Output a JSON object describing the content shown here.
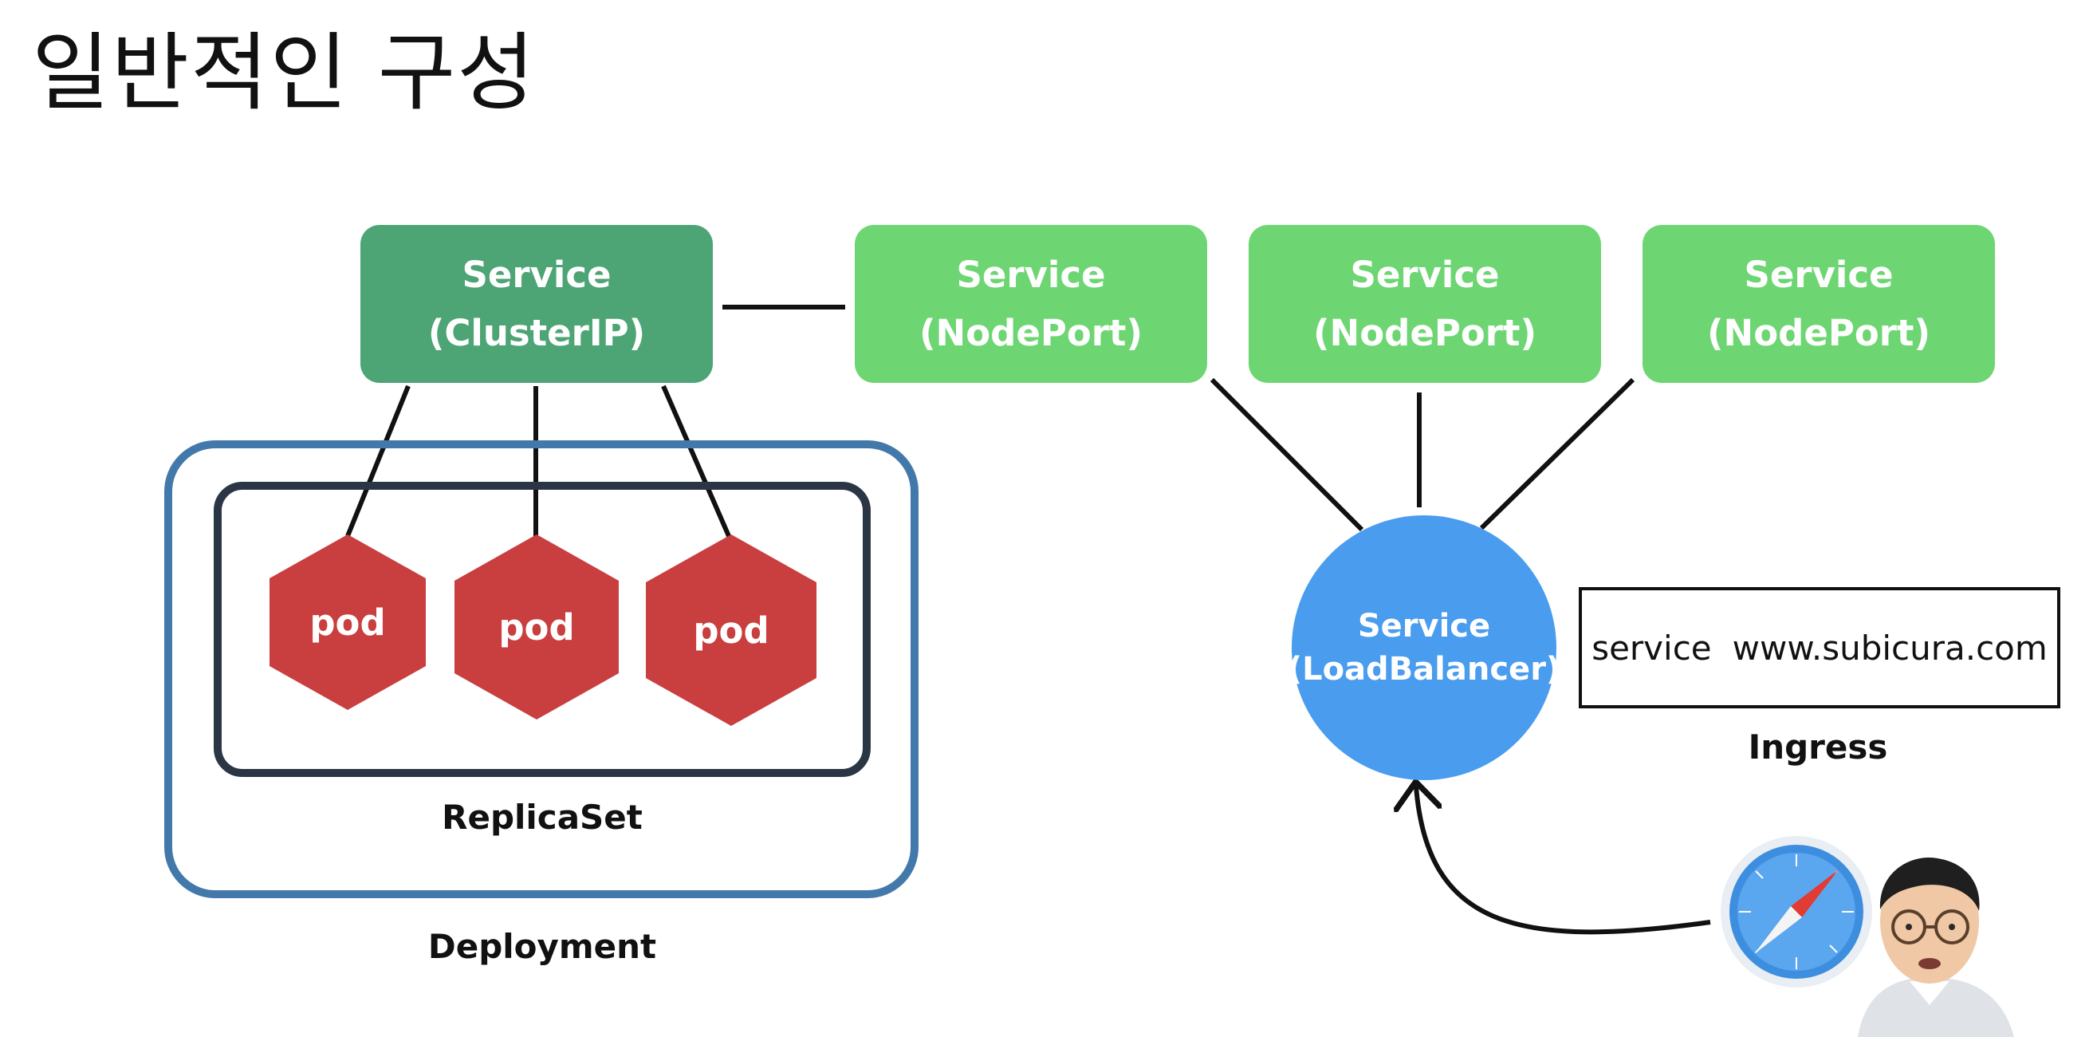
{
  "title": "일반적인 구성",
  "services": {
    "cluster_ip": {
      "line1": "Service",
      "line2": "(ClusterIP)"
    },
    "node_ports": [
      {
        "line1": "Service",
        "line2": "(NodePort)"
      },
      {
        "line1": "Service",
        "line2": "(NodePort)"
      },
      {
        "line1": "Service",
        "line2": "(NodePort)"
      }
    ],
    "load_balancer": {
      "line1": "Service",
      "line2": "(LoadBalancer)"
    }
  },
  "pods": [
    "pod",
    "pod",
    "pod"
  ],
  "replicaset_label": "ReplicaSet",
  "deployment_label": "Deployment",
  "ingress": {
    "service_word": "service",
    "host": "www.subicura.com",
    "label": "Ingress"
  },
  "colors": {
    "cluster_ip": "#4da474",
    "node_port": "#6dd672",
    "pod": "#c93e3e",
    "load_balancer": "#4a9cee",
    "deployment_border": "#4379aa",
    "replicaset_border": "#2b3645"
  },
  "icons": [
    "compass-browser-icon",
    "presenter-avatar"
  ]
}
